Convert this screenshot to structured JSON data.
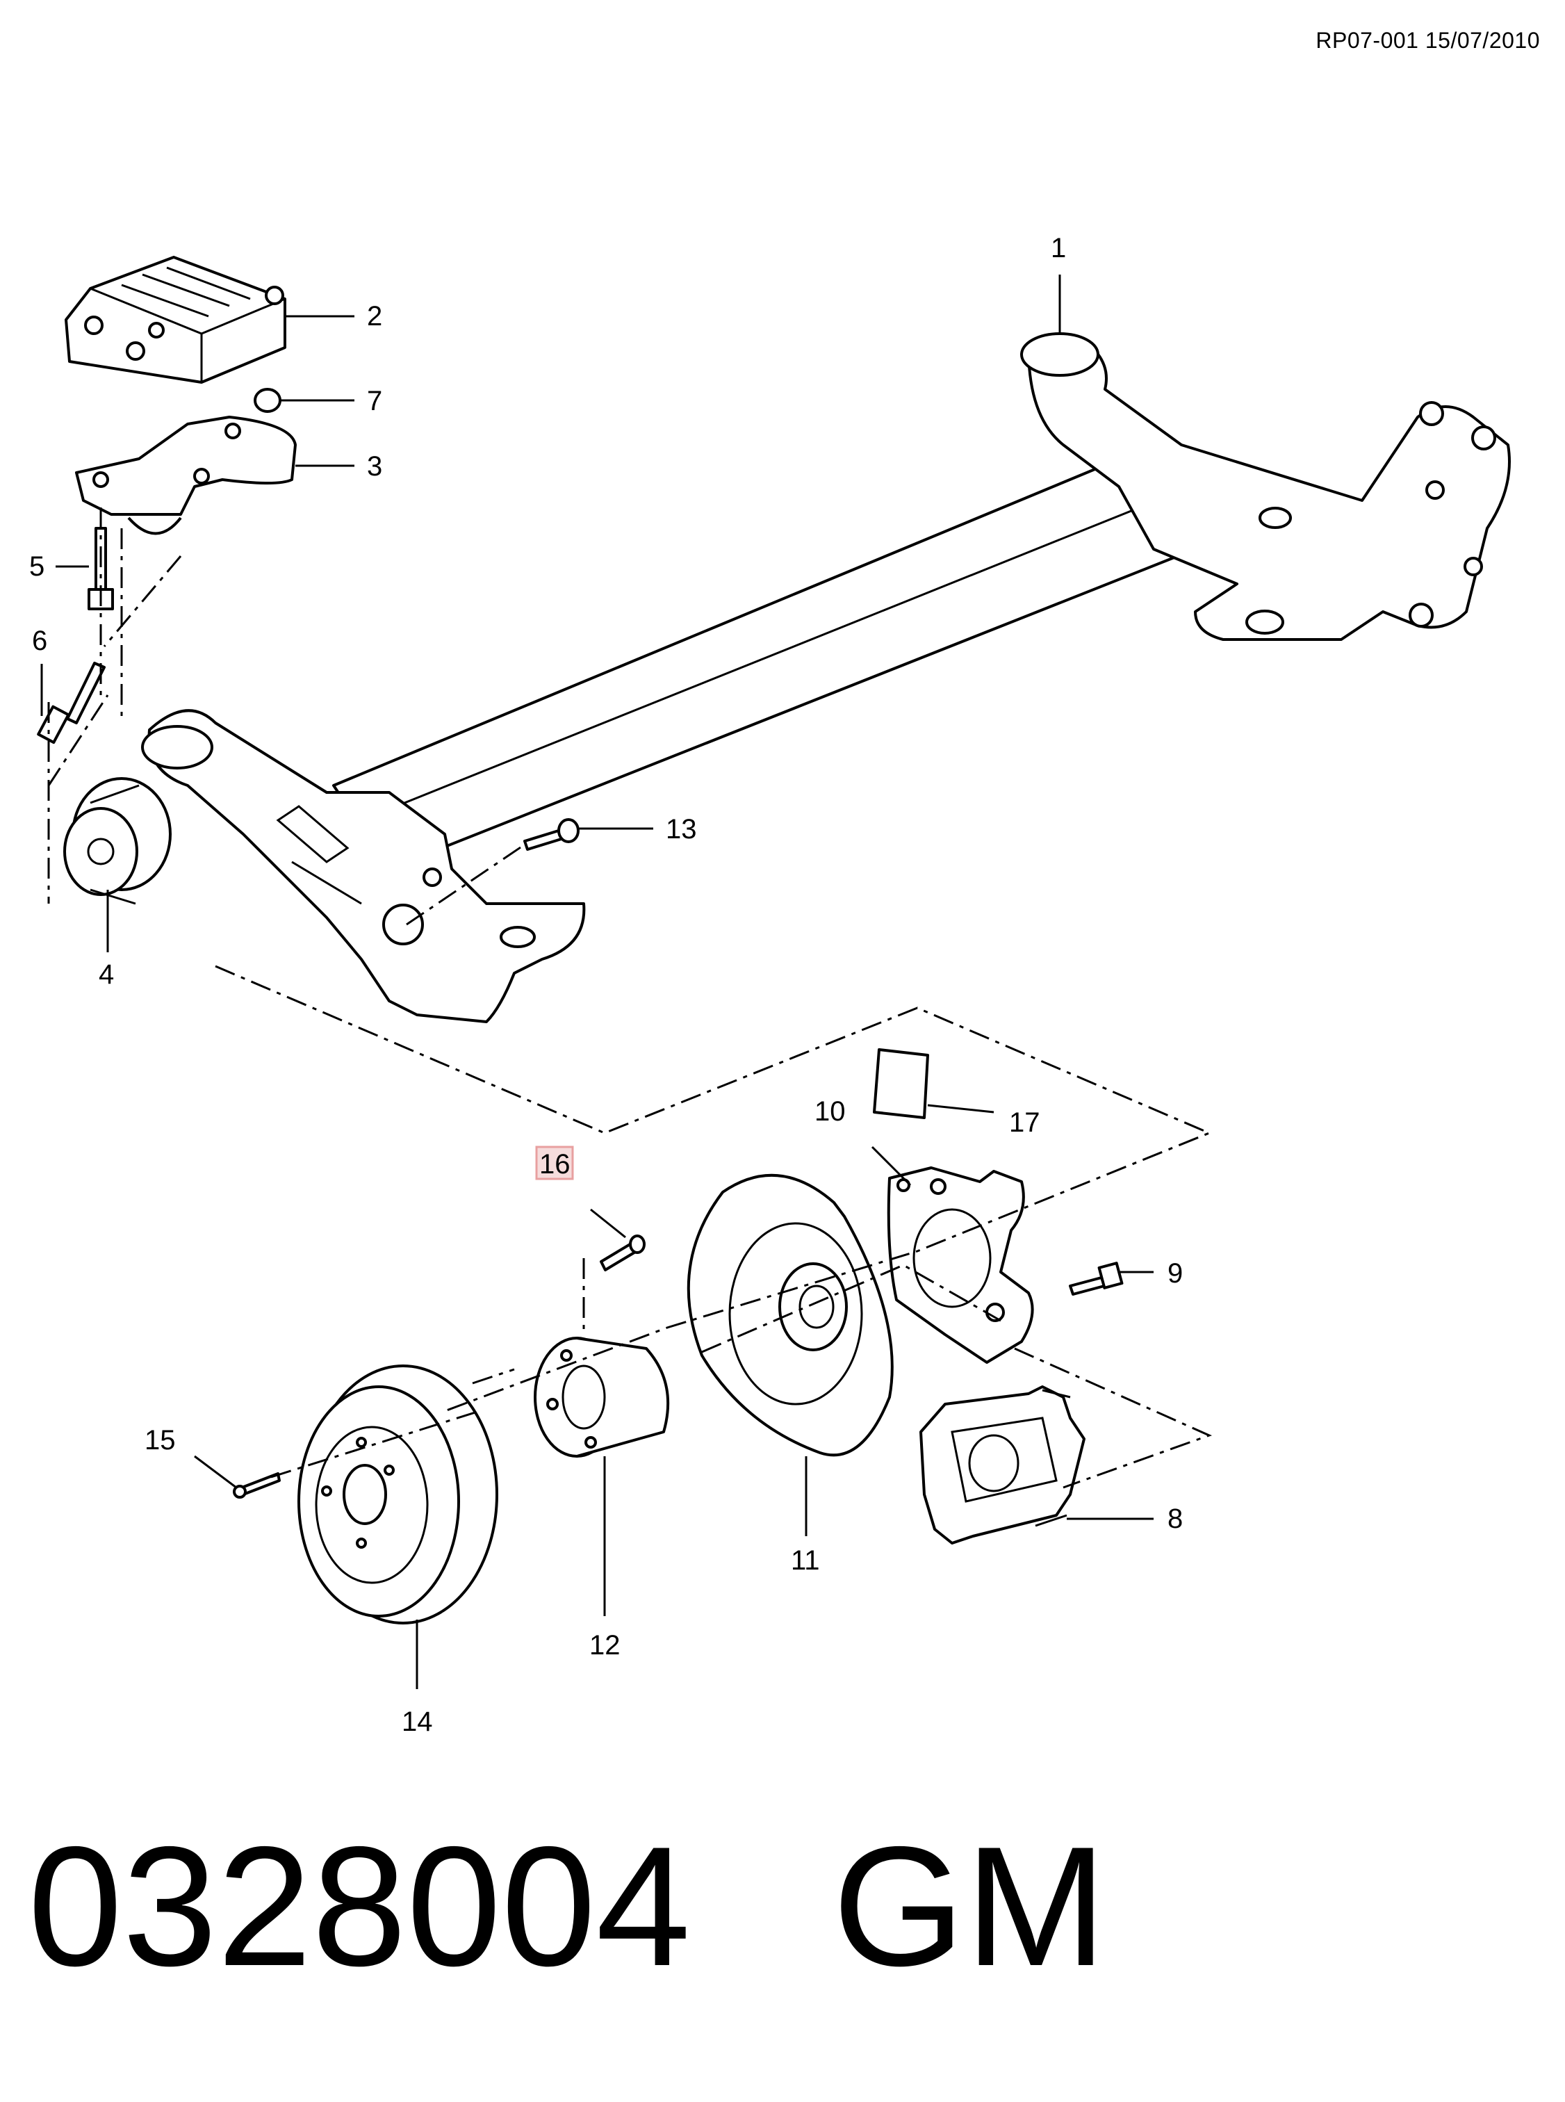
{
  "header": {
    "reference": "RP07-001 15/07/2010"
  },
  "callouts": {
    "c1": "1",
    "c2": "2",
    "c3": "3",
    "c4": "4",
    "c5": "5",
    "c6": "6",
    "c7": "7",
    "c8": "8",
    "c9": "9",
    "c10": "10",
    "c11": "11",
    "c12": "12",
    "c13": "13",
    "c14": "14",
    "c15": "15",
    "c16": "16",
    "c17": "17"
  },
  "highlight_color": "#e8a0a0",
  "footer": {
    "part_number": "0328004",
    "brand": "GM"
  }
}
